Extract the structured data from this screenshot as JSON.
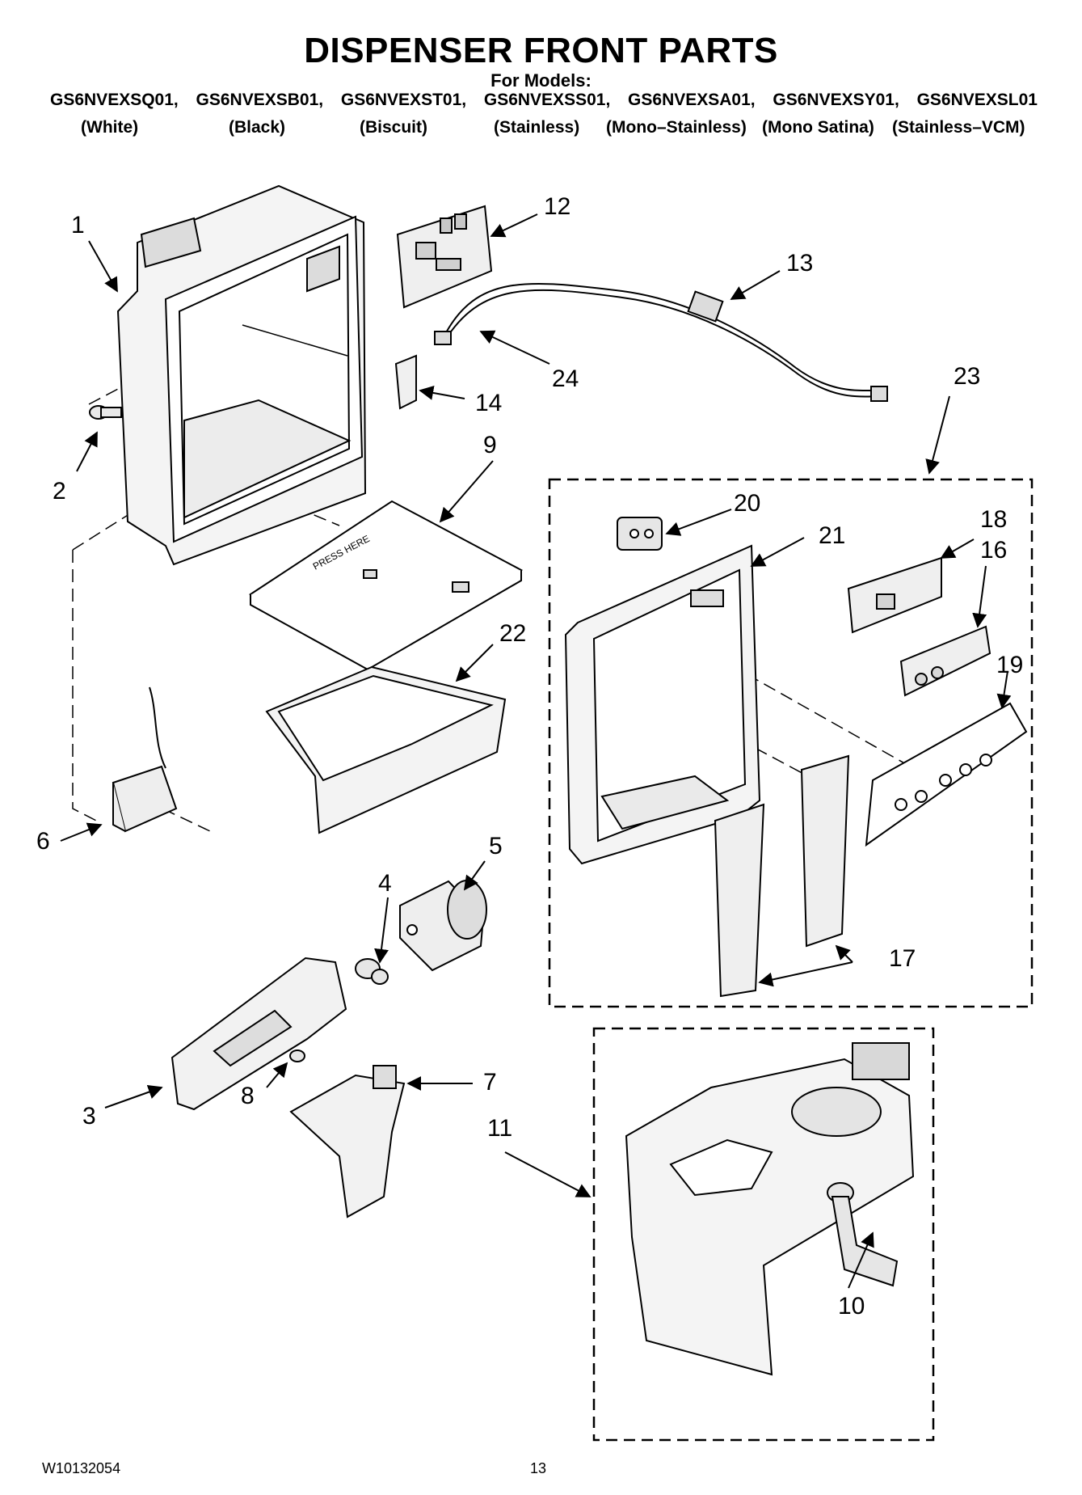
{
  "title": "DISPENSER FRONT PARTS",
  "subtitle": "For Models:",
  "models": [
    "GS6NVEXSQ01,",
    "GS6NVEXSB01,",
    "GS6NVEXST01,",
    "GS6NVEXSS01,",
    "GS6NVEXSA01,",
    "GS6NVEXSY01,",
    "GS6NVEXSL01"
  ],
  "colors": [
    "(White)",
    "(Black)",
    "(Biscuit)",
    "(Stainless)",
    "(Mono–Stainless)",
    "(Mono Satina)",
    "(Stainless–VCM)"
  ],
  "parts": {
    "p1": "1",
    "p2": "2",
    "p3": "3",
    "p4": "4",
    "p5": "5",
    "p6": "6",
    "p7": "7",
    "p8": "8",
    "p9": "9",
    "p10": "10",
    "p11": "11",
    "p12": "12",
    "p13": "13",
    "p14": "14",
    "p16": "16",
    "p17": "17",
    "p18": "18",
    "p19": "19",
    "p20": "20",
    "p21": "21",
    "p22": "22",
    "p23": "23",
    "p24": "24"
  },
  "embossed_text": "PRESS HERE",
  "footer": {
    "doc_number": "W10132054",
    "page_number": "13"
  }
}
